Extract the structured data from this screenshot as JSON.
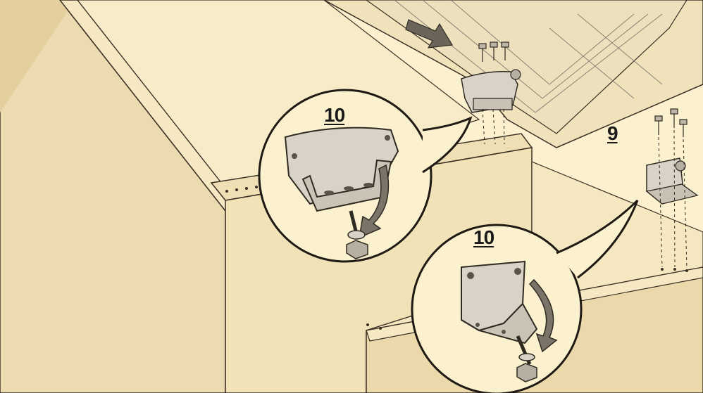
{
  "diagram": {
    "labels": {
      "step_9": "9",
      "step_10_top": "10",
      "step_10_bottom": "10"
    },
    "colors": {
      "background": "#fbf1cf",
      "panel_light": "#f3e4bd",
      "panel_shade": "#e6d3a6",
      "line": "#3a3124",
      "metal": "#d9d3c7",
      "metal_dark": "#8a8377"
    },
    "icons": [
      "arrow-icon",
      "screw-icon",
      "bolt-icon",
      "hinge-bracket-icon",
      "rotate-arrow-icon"
    ]
  }
}
